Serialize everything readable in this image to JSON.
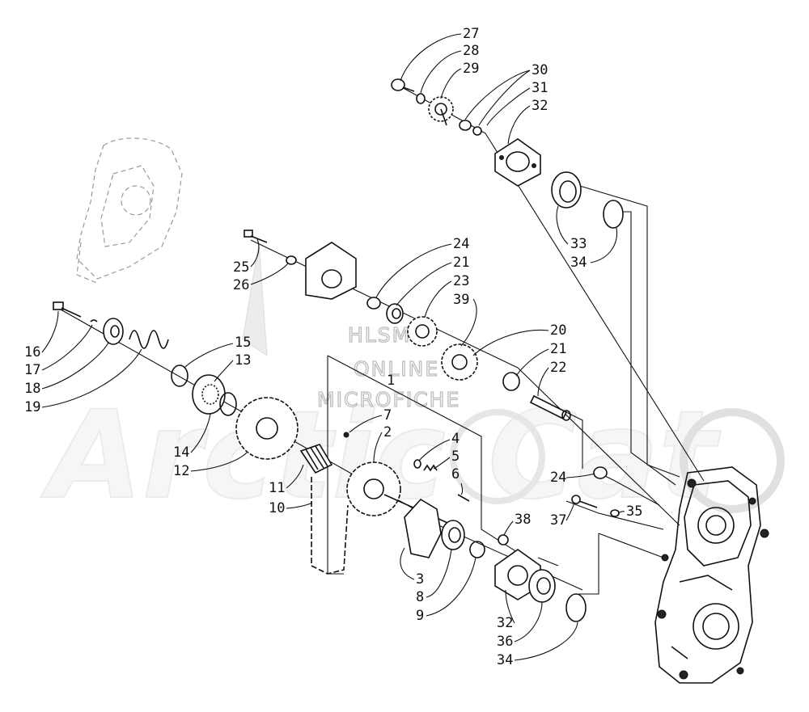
{
  "watermark": {
    "lines": [
      "HLSMS",
      "ONLINE",
      "MICROFICHE"
    ],
    "logo": "Arctic Cat"
  },
  "callouts": [
    {
      "label": "27"
    },
    {
      "label": "28"
    },
    {
      "label": "29"
    },
    {
      "label": "30"
    },
    {
      "label": "31"
    },
    {
      "label": "32"
    },
    {
      "label": "33"
    },
    {
      "label": "34"
    },
    {
      "label": "24"
    },
    {
      "label": "21"
    },
    {
      "label": "23"
    },
    {
      "label": "39"
    },
    {
      "label": "25"
    },
    {
      "label": "26"
    },
    {
      "label": "20"
    },
    {
      "label": "21"
    },
    {
      "label": "22"
    },
    {
      "label": "15"
    },
    {
      "label": "13"
    },
    {
      "label": "1"
    },
    {
      "label": "16"
    },
    {
      "label": "17"
    },
    {
      "label": "18"
    },
    {
      "label": "19"
    },
    {
      "label": "7"
    },
    {
      "label": "2"
    },
    {
      "label": "14"
    },
    {
      "label": "12"
    },
    {
      "label": "4"
    },
    {
      "label": "5"
    },
    {
      "label": "6"
    },
    {
      "label": "11"
    },
    {
      "label": "10"
    },
    {
      "label": "24"
    },
    {
      "label": "37"
    },
    {
      "label": "35"
    },
    {
      "label": "38"
    },
    {
      "label": "3"
    },
    {
      "label": "8"
    },
    {
      "label": "9"
    },
    {
      "label": "32"
    },
    {
      "label": "36"
    },
    {
      "label": "34"
    }
  ]
}
